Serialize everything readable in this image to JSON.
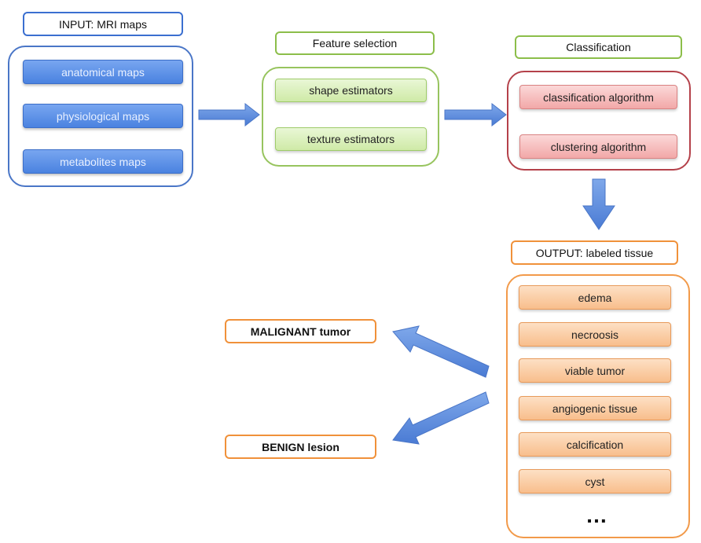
{
  "input": {
    "title": "INPUT: MRI maps",
    "items": [
      "anatomical maps",
      "physiological maps",
      "metabolites maps"
    ]
  },
  "feature_selection": {
    "title": "Feature selection",
    "items": [
      "shape estimators",
      "texture estimators"
    ]
  },
  "classification": {
    "title": "Classification",
    "items": [
      "classification algorithm",
      "clustering algorithm"
    ]
  },
  "output": {
    "title": "OUTPUT: labeled tissue",
    "items": [
      "edema",
      "necroosis",
      "viable tumor",
      "angiogenic tissue",
      "calcification",
      "cyst"
    ],
    "ellipsis": "…"
  },
  "results": {
    "malignant": "MALIGNANT tumor",
    "benign": "BENIGN lesion"
  },
  "colors": {
    "arrow": "#5b8bd8",
    "input": "#3b6fd0",
    "feature": "#8cbe4a",
    "classification": "#b4414a",
    "output": "#f0913a"
  }
}
